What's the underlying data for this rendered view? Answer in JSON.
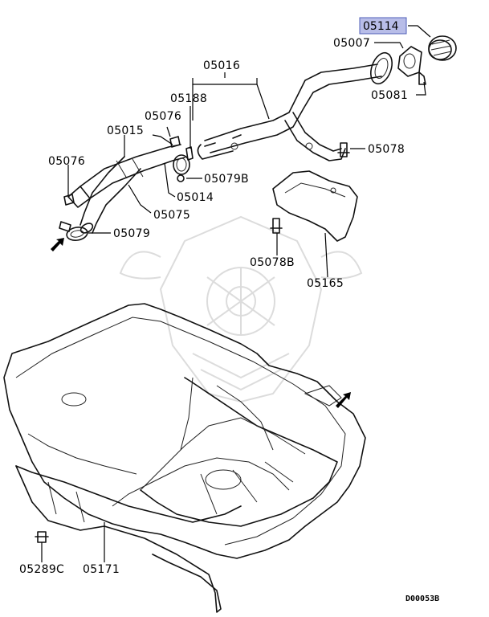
{
  "highlight": {
    "label": "05114",
    "fill": "#b8bde8",
    "border": "#5060b8"
  },
  "labels": {
    "p05007": "05007",
    "p05081": "05081",
    "p05016": "05016",
    "p05188": "05188",
    "p05076a": "05076",
    "p05015": "05015",
    "p05076b": "05076",
    "p05078": "05078",
    "p05079b": "05079B",
    "p05014": "05014",
    "p05075": "05075",
    "p05079": "05079",
    "p05078b": "05078B",
    "p05165": "05165",
    "p05289c": "05289C",
    "p05171": "05171"
  },
  "drawing_code": "D00053B"
}
